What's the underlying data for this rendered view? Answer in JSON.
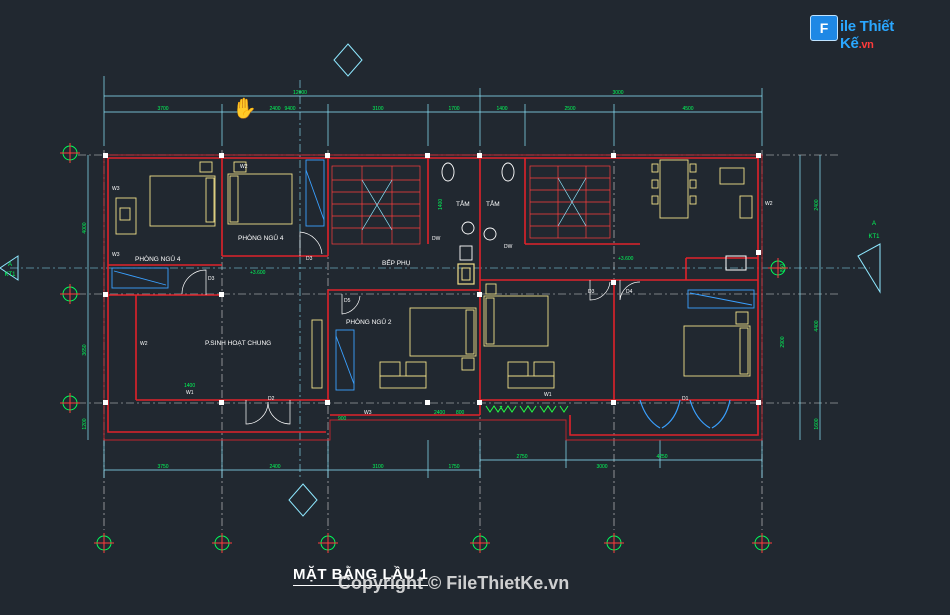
{
  "logo": {
    "mark": "F",
    "text_main": "ile Thiết Kế",
    "text_sub": ".vn"
  },
  "title": "MẶT BẰNG  LẦU 1",
  "watermark": "Copyright © FileThietKe.vn",
  "section_markers": {
    "left_letter": "A",
    "left_code": "KT1",
    "right_letter": "A",
    "right_code": "KT1"
  },
  "dims_top_total": "12000",
  "dims_top_row1": [
    "9400",
    "3000"
  ],
  "dims_top_row2": [
    "3700",
    "2400",
    "3100",
    "1700",
    "1400",
    "2500",
    "4500"
  ],
  "dims_bottom_row1": [
    "3750",
    "2400",
    "3100",
    "1750"
  ],
  "dims_bottom_row2": [
    "2750",
    "3000",
    "4250"
  ],
  "dims_left": [
    "4000",
    "3650",
    "1200"
  ],
  "dims_right": [
    "2400",
    "850",
    "2900",
    "4400",
    "1600"
  ],
  "rooms": {
    "bedroom4a": "PHÒNG NGỦ 4",
    "bedroom4b": "PHÒNG NGỦ 4",
    "living": "P.SINH HOẠT CHUNG",
    "bedroom2": "PHÒNG NGỦ 2",
    "kitchen": "BẾP PHỤ",
    "bath1": "TẮM",
    "bath2": "TẮM"
  },
  "doors": {
    "d3a": "D3",
    "d3b": "D3",
    "d3c": "D3",
    "d2": "D2",
    "dw1": "DW",
    "dw2": "DW",
    "d4": "D4",
    "d1": "D1",
    "d5": "D5"
  },
  "windows": {
    "w1a": "W1",
    "w1b": "W1",
    "w2a": "W2",
    "w2b": "W2",
    "w2c": "W2",
    "w3a": "W3",
    "w3b": "W3",
    "w3c": "W3"
  },
  "small_dims": {
    "a": "1400",
    "b": "800",
    "c": "2400",
    "d": "900",
    "e": "1400"
  },
  "levels": {
    "l1": "+3.600",
    "l2": "+3.600"
  },
  "colors": {
    "background": "#212830",
    "wall": "#e0222a",
    "dimension": "#8ee8ff",
    "dim_text": "#00ff5a",
    "furniture": "#f1e08a",
    "stair": "#ff3d3d",
    "glass": "#3aa0ff",
    "plant": "#22ff44"
  }
}
